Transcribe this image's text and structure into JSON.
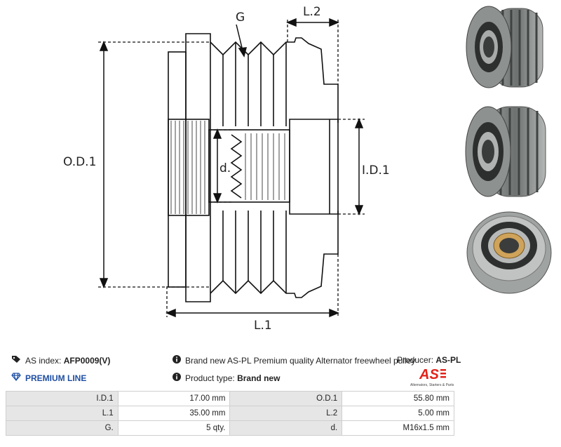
{
  "drawing": {
    "labels": {
      "g": "G",
      "l2": "L.2",
      "od1": "O.D.1",
      "id1": "I.D.1",
      "d": "d.",
      "l1": "L.1"
    }
  },
  "info": {
    "as_index_label": "AS index:",
    "as_index_value": "AFP0009(V)",
    "premium_line": "PREMIUM LINE",
    "description": "Brand new AS-PL Premium quality Alternator freewheel pulley",
    "producer_label": "Producer:",
    "producer_value": "AS-PL",
    "product_type_label": "Product type:",
    "product_type_value": "Brand new"
  },
  "logo": {
    "text": "AS",
    "tagline": "Alternators, Starters & Parts"
  },
  "specs": [
    {
      "k1": "I.D.1",
      "v1": "17.00 mm",
      "k2": "O.D.1",
      "v2": "55.80 mm"
    },
    {
      "k1": "L.1",
      "v1": "35.00 mm",
      "k2": "L.2",
      "v2": "5.00 mm"
    },
    {
      "k1": "G.",
      "v1": "5 qty.",
      "k2": "d.",
      "v2": "M16x1.5 mm"
    }
  ],
  "colors": {
    "accent_blue": "#1f4fa3",
    "logo_red": "#e2231a",
    "table_key_bg": "#e6e6e6"
  },
  "icons": [
    "tag-icon",
    "info-icon",
    "gem-icon"
  ]
}
